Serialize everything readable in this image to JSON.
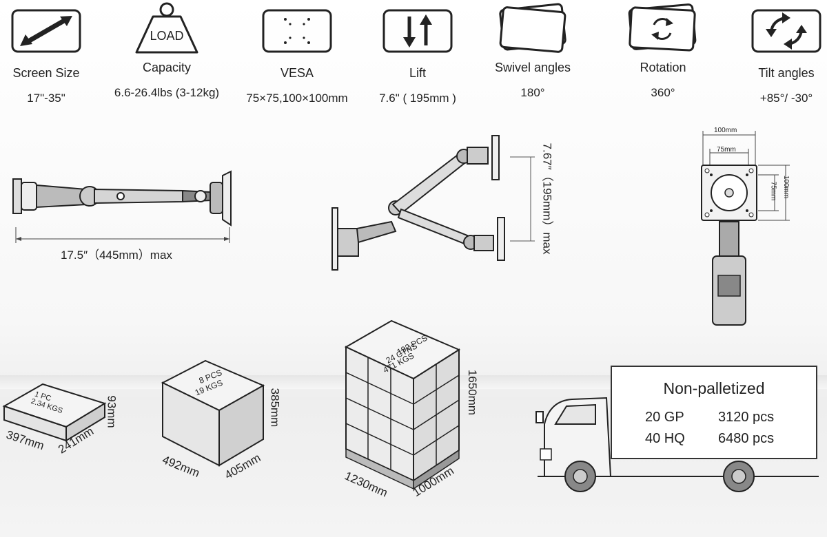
{
  "specs": [
    {
      "label": "Screen Size",
      "value": "17\"-35\"",
      "icon": "diagonal-arrow-icon"
    },
    {
      "label": "Capacity",
      "value": "6.6-26.4lbs (3-12kg)",
      "icon": "load-weight-icon",
      "icon_text": "LOAD"
    },
    {
      "label": "VESA",
      "value": "75×75,100×100mm",
      "icon": "vesa-holes-icon"
    },
    {
      "label": "Lift",
      "value": "7.6\" ( 195mm )",
      "icon": "up-down-arrows-icon"
    },
    {
      "label": "Swivel angles",
      "value": "180°",
      "icon": "swivel-screens-icon"
    },
    {
      "label": "Rotation",
      "value": "360°",
      "icon": "rotation-arrows-icon"
    },
    {
      "label": "Tilt angles",
      "value": "+85°/  -30°",
      "icon": "tilt-arrows-icon"
    }
  ],
  "dimensions": {
    "extension": "17.5″（445mm）max",
    "lift": "7.67″（195mm）max",
    "vesa_outer": "100mm",
    "vesa_inner": "75mm",
    "vesa_side_inner": "75mm",
    "vesa_side_outer": "100mm"
  },
  "packages": {
    "single": {
      "text1": "1 PC",
      "text2": "2.34 KGS",
      "length": "397mm",
      "width": "241mm",
      "height": "93mm"
    },
    "carton": {
      "text1": "8 PCS",
      "text2": "19 KGS",
      "length": "492mm",
      "width": "405mm",
      "height": "385mm"
    },
    "pallet": {
      "text1": "192 PCS",
      "text2": "24 CTNS",
      "text3": "471 KGS",
      "length": "1230mm",
      "width": "1000mm",
      "height": "1650mm"
    }
  },
  "truck": {
    "title": "Non-palletized",
    "rows": [
      {
        "container": "20 GP",
        "qty": "3120 pcs"
      },
      {
        "container": "40 HQ",
        "qty": "6480 pcs"
      }
    ]
  }
}
